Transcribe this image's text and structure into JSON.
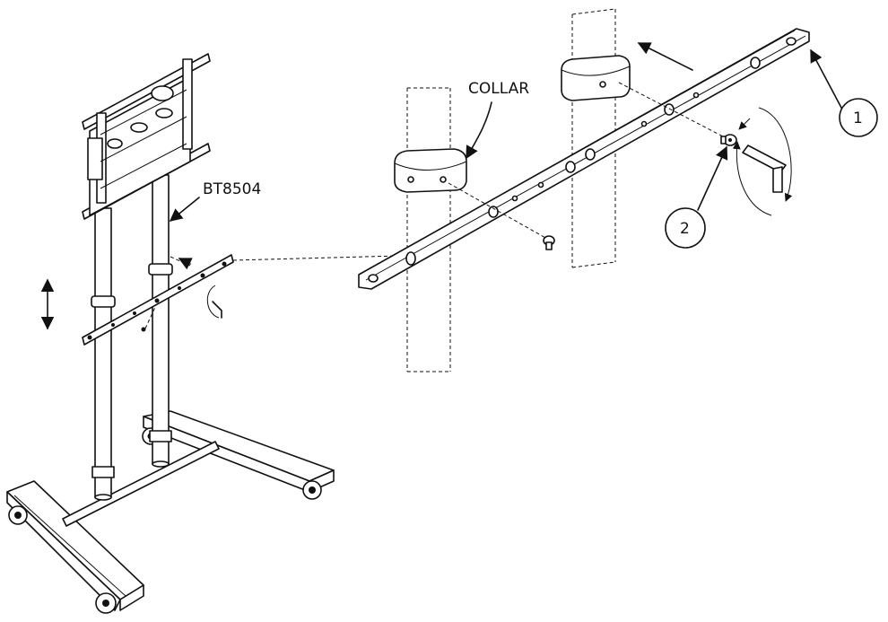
{
  "labels": {
    "model": "BT8504",
    "collar": "COLLAR",
    "callout_1": "1",
    "callout_2": "2"
  }
}
